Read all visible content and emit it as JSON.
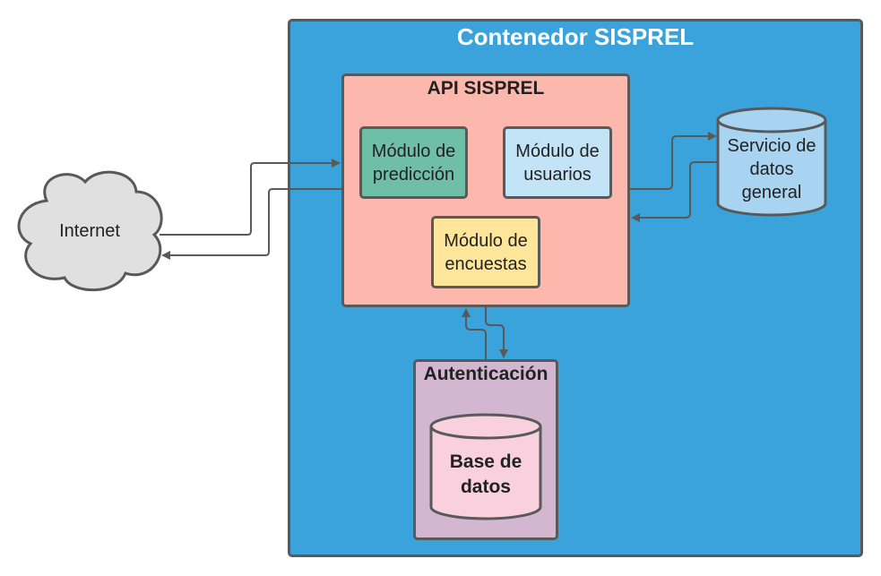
{
  "container": {
    "title": "Contenedor SISPREL",
    "color": "#3ba3dc"
  },
  "api": {
    "title": "API SISPREL",
    "color": "#fdb8ae"
  },
  "modules": {
    "prediccion": {
      "line1": "Módulo de",
      "line2": "predicción",
      "color": "#6fbea6"
    },
    "usuarios": {
      "line1": "Módulo de",
      "line2": "usuarios",
      "color": "#c3e3f7"
    },
    "encuestas": {
      "line1": "Módulo de",
      "line2": "encuestas",
      "color": "#fde59a"
    }
  },
  "auth": {
    "title": "Autenticación",
    "color": "#d3b6cf",
    "db": {
      "line1": "Base de",
      "line2": "datos",
      "color": "#f9d0dd"
    }
  },
  "external": {
    "internet": {
      "label": "Internet",
      "color": "#e0e0e0"
    },
    "data_service": {
      "line1": "Servicio de",
      "line2": "datos",
      "line3": "general",
      "color": "#a8d4f2"
    }
  },
  "connectors": [
    {
      "from": "internet",
      "to": "api"
    },
    {
      "from": "api",
      "to": "internet"
    },
    {
      "from": "api",
      "to": "data_service"
    },
    {
      "from": "data_service",
      "to": "api"
    },
    {
      "from": "api",
      "to": "auth"
    },
    {
      "from": "auth",
      "to": "api"
    }
  ]
}
